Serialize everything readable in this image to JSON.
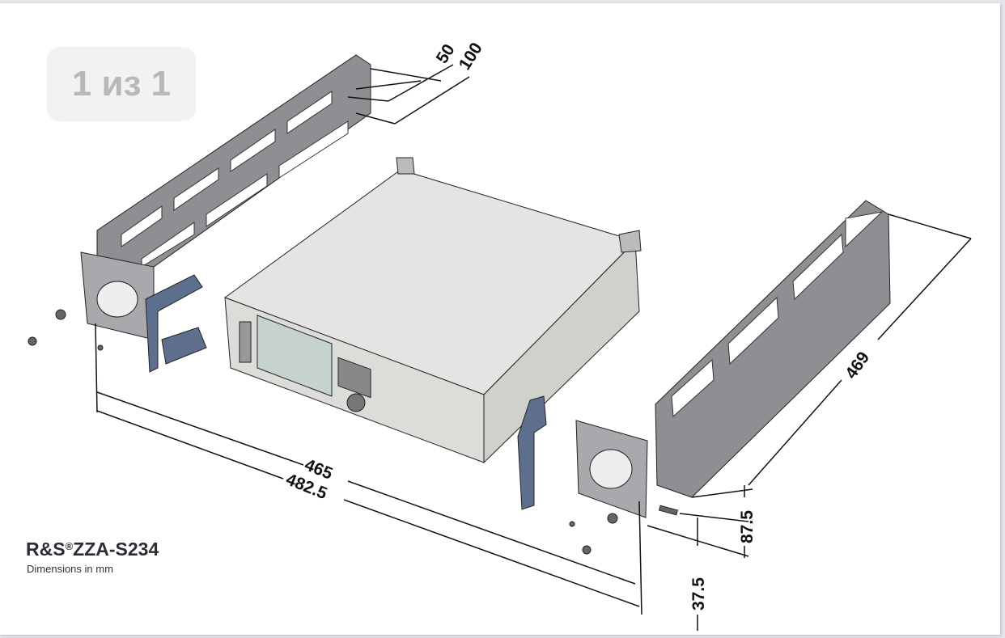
{
  "viewer": {
    "page_counter": "1 из 1"
  },
  "drawing": {
    "product_prefix": "R&S",
    "registered_mark": "®",
    "product_model": "ZZA-S234",
    "subtitle": "Dimensions in mm",
    "dimensions": {
      "d50": "50",
      "d100": "100",
      "d469": "469",
      "d465": "465",
      "d482": "482.5",
      "d87": "87.5",
      "d37": "37.5"
    }
  }
}
